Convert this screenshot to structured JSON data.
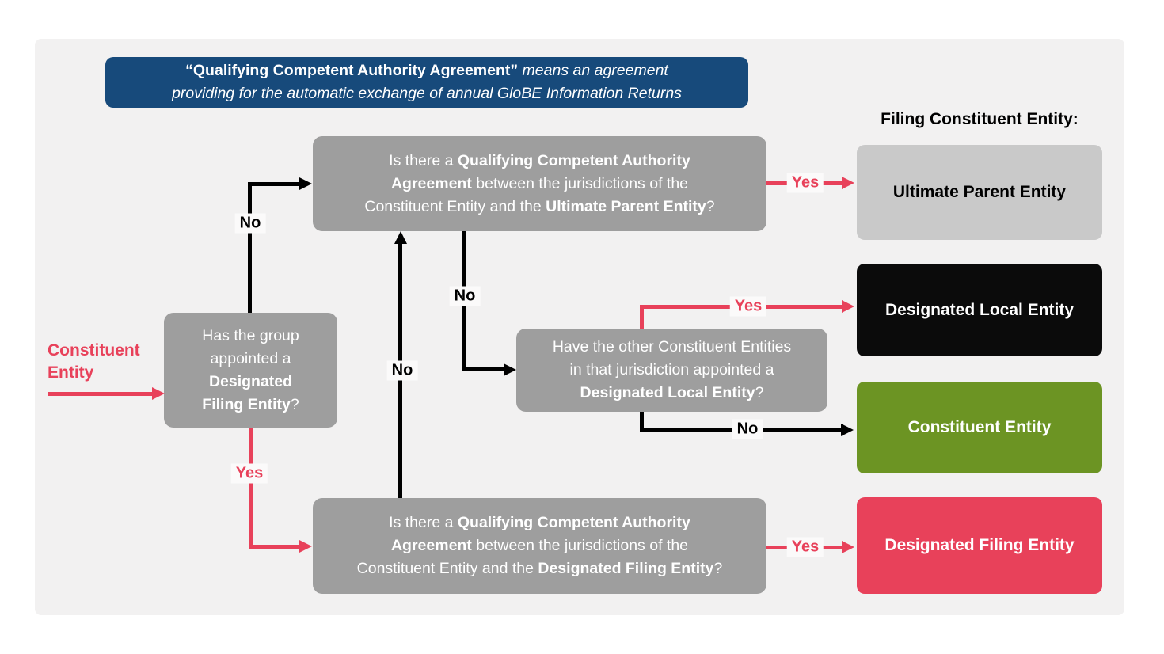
{
  "banner": {
    "line1_bold": "“Qualifying Competent Authority Agreement”",
    "line1_italic": " means an agreement",
    "line2_italic": "providing for the automatic exchange of annual GloBE Information Returns"
  },
  "left_label": {
    "line1": "Constituent",
    "line2": "Entity"
  },
  "results_heading": "Filing Constituent Entity:",
  "questions": {
    "top": {
      "lines": [
        {
          "n1": "Is there a ",
          "b1": "Qualifying Competent Authority"
        },
        {
          "b1": "Agreement",
          "n2": " between the jurisdictions of the"
        },
        {
          "n1": "Constituent Entity and the ",
          "b1": "Ultimate Parent Entity",
          "n2": "?"
        }
      ]
    },
    "left": {
      "lines": [
        {
          "n1": "Has the group"
        },
        {
          "n1": "appointed a"
        },
        {
          "b1": "Designated"
        },
        {
          "b1": "Filing Entity",
          "n2": "?"
        }
      ]
    },
    "middle": {
      "lines": [
        {
          "n1": "Have the other Constituent Entities"
        },
        {
          "n1": "in that jurisdiction appointed a"
        },
        {
          "b1": "Designated Local Entity",
          "n2": "?"
        }
      ]
    },
    "bottom": {
      "lines": [
        {
          "n1": "Is there a ",
          "b1": "Qualifying Competent Authority"
        },
        {
          "b1": "Agreement",
          "n2": " between the jurisdictions of the"
        },
        {
          "n1": "Constituent Entity and the ",
          "b1": "Designated Filing Entity",
          "n2": "?"
        }
      ]
    }
  },
  "results": [
    {
      "label": "Ultimate Parent Entity",
      "color": "#c9c9c9"
    },
    {
      "label": "Designated Local Entity",
      "color": "#0b0b0b"
    },
    {
      "label": "Constituent Entity",
      "color": "#6c9423"
    },
    {
      "label": "Designated Filing Entity",
      "color": "#e8415a"
    }
  ],
  "edge_labels": {
    "left_to_top": "No",
    "left_to_bottom": "Yes",
    "top_to_middle": "No",
    "bottom_to_top": "No",
    "top_to_upe": "Yes",
    "middle_to_dle": "Yes",
    "middle_to_ce": "No",
    "bottom_to_dfe": "Yes"
  },
  "colors": {
    "panel_bg": "#f2f1f1",
    "banner_bg": "#174a7b",
    "question_gray": "#9e9e9e",
    "result_gray": "#c9c9c9",
    "result_black": "#0b0b0b",
    "result_green": "#6c9423",
    "result_red": "#e8415a",
    "arrow_red": "#e8415a",
    "arrow_black": "#000000"
  }
}
